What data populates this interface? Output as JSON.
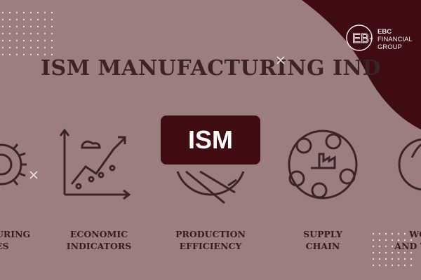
{
  "title": "ISM MANUFACTURING IND",
  "badge": "ISM",
  "logo": {
    "line1": "EBC",
    "line2": "FINANCIAL",
    "line3": "GROUP"
  },
  "labels": [
    {
      "line1": "URING",
      "line2": "ES"
    },
    {
      "line1": "ECONOMIC",
      "line2": "INDICATORS"
    },
    {
      "line1": "PRODUCTION",
      "line2": "EFFICIENCY"
    },
    {
      "line1": "SUPPLY",
      "line2": "CHAIN"
    },
    {
      "line1": "WO",
      "line2": "AND T"
    }
  ],
  "icons": [
    "gear-icon",
    "growth-chart-icon",
    "tools-icon",
    "supply-chain-globe-icon",
    "robot-icon"
  ],
  "colors": {
    "background": "#9d7e7f",
    "brand_dark": "#3e0c11",
    "text_dark": "#3a2428"
  }
}
